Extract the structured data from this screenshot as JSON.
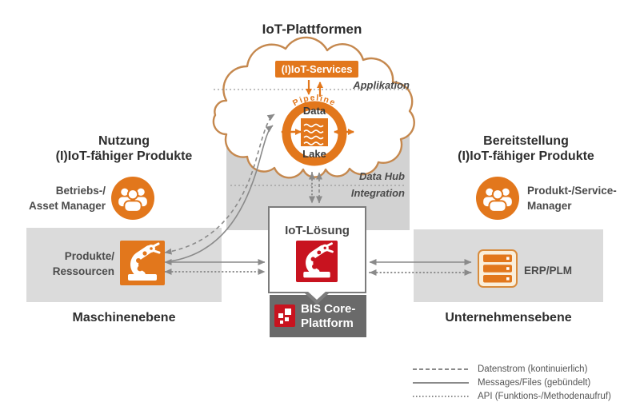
{
  "title": "IoT-Plattformen",
  "cloud": {
    "services": "(I)IoT-Services",
    "applikation": "Applikation",
    "pipeline": "Pipeline",
    "data": "Data",
    "lake": "Lake",
    "data_hub": "Data Hub",
    "integration": "Integration"
  },
  "left": {
    "heading": "Nutzung\n(I)IoT-fähiger Produkte",
    "manager": "Betriebs-/\nAsset Manager",
    "node": "Produkte/\nRessourcen",
    "level": "Maschinenebene"
  },
  "center": {
    "solution": "IoT-Lösung",
    "platform": "BIS Core-\nPlattform"
  },
  "right": {
    "heading": "Bereitstellung\n(I)IoT-fähiger Produkte",
    "manager": "Produkt-/Service-\nManager",
    "node": "ERP/PLM",
    "level": "Unternehmensebene"
  },
  "legend": {
    "items": [
      {
        "style": "dashed",
        "label": "Datenstrom (kontinuierlich)"
      },
      {
        "style": "solid",
        "label": "Messages/Files (gebündelt)"
      },
      {
        "style": "dotted",
        "label": "API (Funktions-/Methodenaufruf)"
      }
    ]
  },
  "colors": {
    "orange": "#e2771c",
    "red": "#c8131f",
    "cloud_outline": "#c5884e",
    "band_gray": "#dbdbdb",
    "center_gray": "#d2d2d2",
    "dark_gray": "#6a6a6a",
    "arrow_gray": "#8a8a8a"
  }
}
